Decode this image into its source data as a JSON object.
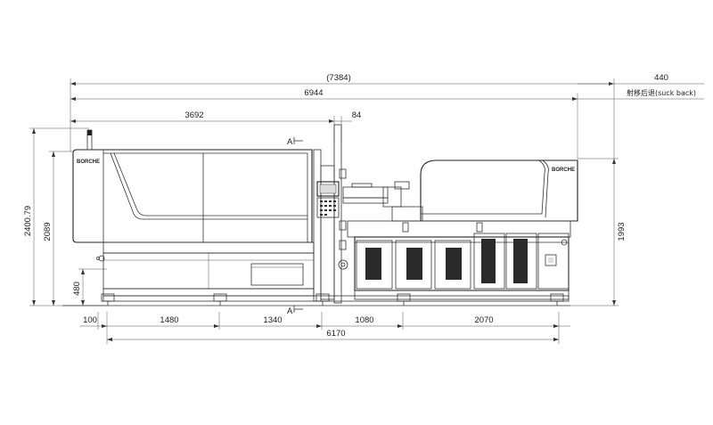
{
  "dimensions": {
    "overall_length": "(7384)",
    "machine_length": "6944",
    "suck_back_length": "440",
    "suck_back_label": "射移后退(suck back)",
    "clamp_length": "3692",
    "clamp_offset": "84",
    "base_length": "6170",
    "segment_1": "100",
    "segment_2": "1480",
    "segment_3": "1340",
    "segment_4": "1080",
    "segment_5": "2070",
    "total_height": "2400.79",
    "body_height": "2089",
    "base_height": "480",
    "injection_height": "1993"
  },
  "labels": {
    "section_top": "A",
    "section_bottom": "A",
    "brand_clamp": "BORCHE",
    "brand_injection": "BORCHE"
  }
}
